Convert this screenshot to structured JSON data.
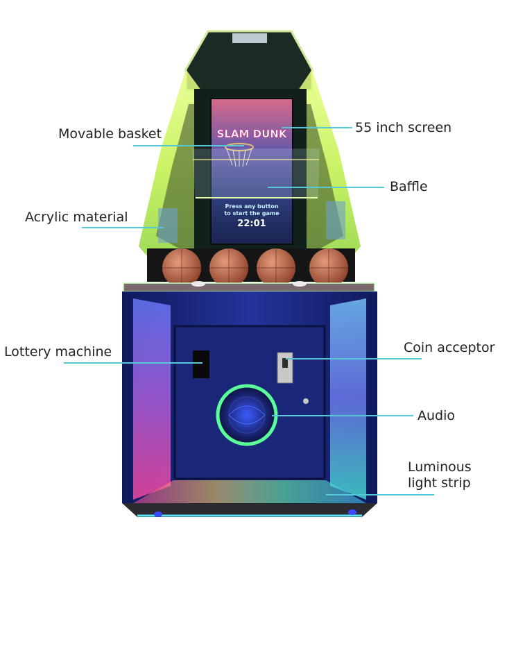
{
  "labels": {
    "movable_basket": "Movable basket",
    "screen": "55 inch screen",
    "baffle": "Baffle",
    "acrylic": "Acrylic material",
    "lottery": "Lottery machine",
    "coin": "Coin acceptor",
    "audio": "Audio",
    "strip_line1": "Luminous",
    "strip_line2": "light strip"
  },
  "screen": {
    "logo": "SLAM DUNK",
    "prompt_line1": "Press any button",
    "prompt_line2": "to start the game",
    "timer": "22:01"
  },
  "colors": {
    "leader": "#55c7d6",
    "frame_glow": "#c8f05a",
    "cabinet": "#1b2a8a",
    "basketball": "#b05a3c"
  }
}
